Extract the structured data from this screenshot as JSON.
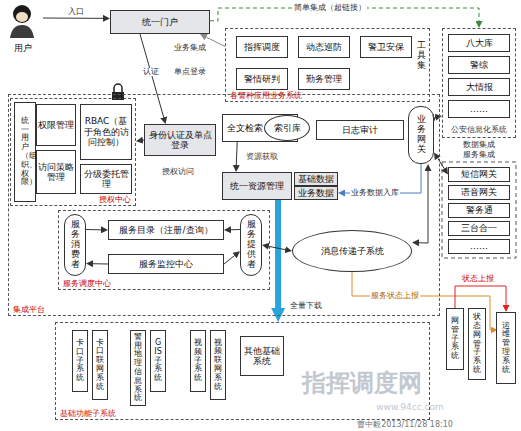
{
  "diagram": {
    "nodes": [
      {
        "text": [
          "用户"
        ]
      },
      {
        "text": [
          "统一门户"
        ]
      },
      {
        "text": [
          "工具集",
          "各警种应用业务系统"
        ]
      },
      {
        "text": [
          "指挥调度"
        ],
        "in": 2
      },
      {
        "text": [
          "动态巡防"
        ],
        "in": 2
      },
      {
        "text": [
          "警卫安保"
        ],
        "in": 2
      },
      {
        "text": [
          "警情研判"
        ],
        "in": 2
      },
      {
        "text": [
          "勤务管理"
        ],
        "in": 2
      },
      {
        "text": [
          "公安信息化系统"
        ]
      },
      {
        "text": [
          "八大库"
        ],
        "in": 8
      },
      {
        "text": [
          "警综"
        ],
        "in": 8
      },
      {
        "text": [
          "大情报"
        ],
        "in": 8
      },
      {
        "text": [
          "……"
        ],
        "in": 8
      },
      {
        "text": [
          "集成平台"
        ]
      },
      {
        "text": [
          "授权中心"
        ],
        "in": 13
      },
      {
        "text": [
          "统一用户（组织、权限）"
        ],
        "in": 14
      },
      {
        "text": [
          "权限管理"
        ],
        "in": 14
      },
      {
        "text": [
          "RBAC（基于角色的访问控制）"
        ],
        "in": 14
      },
      {
        "text": [
          "访问策略管理"
        ],
        "in": 14
      },
      {
        "text": [
          "分级委托管理"
        ],
        "in": 14
      },
      {
        "text": [
          "身份认证及单点登录"
        ],
        "in": 13
      },
      {
        "text": [
          "全文检索"
        ],
        "in": 13
      },
      {
        "text": [
          "索引库"
        ],
        "in": 13
      },
      {
        "text": [
          "日志审计"
        ],
        "in": 13
      },
      {
        "text": [
          "业务网关"
        ],
        "in": 13
      },
      {
        "text": [
          "统一资源管理"
        ],
        "in": 13
      },
      {
        "text": [
          "基础数据"
        ],
        "in": 13
      },
      {
        "text": [
          "业务数据"
        ],
        "in": 13
      },
      {
        "text": [
          "服务调度中心"
        ],
        "in": 13
      },
      {
        "text": [
          "服务消费者"
        ],
        "in": 28
      },
      {
        "text": [
          "服务目录（注册/查询）"
        ],
        "in": 28
      },
      {
        "text": [
          "服务监控中心"
        ],
        "in": 28
      },
      {
        "text": [
          "服务提供者"
        ],
        "in": 28
      },
      {
        "text": [
          "消息传递子系统"
        ],
        "in": 13
      },
      {
        "text": [
          "短信网关"
        ]
      },
      {
        "text": [
          "语音网关"
        ]
      },
      {
        "text": [
          "警务通"
        ]
      },
      {
        "text": [
          "三台合一"
        ]
      },
      {
        "text": [
          "……"
        ]
      },
      {
        "text": [
          "网管子系统"
        ]
      },
      {
        "text": [
          "状态网管子系统"
        ]
      },
      {
        "text": [
          "运维管理系统"
        ]
      },
      {
        "text": [
          "基础功能子系统"
        ]
      },
      {
        "text": [
          "卡口子系统"
        ],
        "in": 42
      },
      {
        "text": [
          "卡口联网系统"
        ],
        "in": 42
      },
      {
        "text": [
          "警用地理信息系统"
        ],
        "in": 42
      },
      {
        "text": [
          "GIS子系统"
        ],
        "in": 42
      },
      {
        "text": [
          "视频子系统"
        ],
        "in": 42
      },
      {
        "text": [
          "视频联网系统"
        ],
        "in": 42
      },
      {
        "text": [
          "其他基础系统"
        ],
        "in": 42
      }
    ],
    "edges": [
      {
        "from": 0,
        "to": 1,
        "arrow": "to",
        "label": "入口"
      },
      {
        "from": 1,
        "to": 8,
        "arrow": "to",
        "label": "简单集成（超链接）"
      },
      {
        "from": 2,
        "to": 1,
        "arrow": "to",
        "label": "业务集成"
      },
      {
        "from": 1,
        "to": 20,
        "arrow": "to",
        "label": "认证"
      },
      {
        "from": 20,
        "to": 14,
        "arrow": "to"
      },
      {
        "from": 21,
        "to": 25,
        "arrow": "to",
        "label": "资源获取"
      },
      {
        "from": 24,
        "to": 27,
        "arrow": "to",
        "label": "业务数据入库"
      },
      {
        "from": 24,
        "to": 8,
        "arrow": "both",
        "label": "数据集成"
      },
      {
        "from": 24,
        "to": 34,
        "arrow": "both",
        "label": "服务集成"
      },
      {
        "from": 33,
        "to": 41,
        "arrow": "to",
        "label": "服务状态上报"
      },
      {
        "from": 39,
        "to": 41,
        "arrow": "to",
        "label": "状态上报"
      },
      {
        "from": 25,
        "to": 42,
        "arrow": "to",
        "label": "全量下载"
      },
      {
        "from": 33,
        "to": 24,
        "arrow": "both"
      },
      {
        "from": 32,
        "to": 33,
        "arrow": "both"
      },
      {
        "from": 29,
        "to": 30,
        "arrow": "to"
      },
      {
        "from": 32,
        "to": 30,
        "arrow": "to"
      },
      {
        "from": 31,
        "to": 29,
        "arrow": "to"
      },
      {
        "from": 31,
        "to": 32,
        "arrow": "to"
      }
    ],
    "labels": [
      "单点登录",
      "授权访问",
      "指挥调度网",
      "www.94cc.com",
      "曹中毅2013/11/28 18:10"
    ]
  }
}
